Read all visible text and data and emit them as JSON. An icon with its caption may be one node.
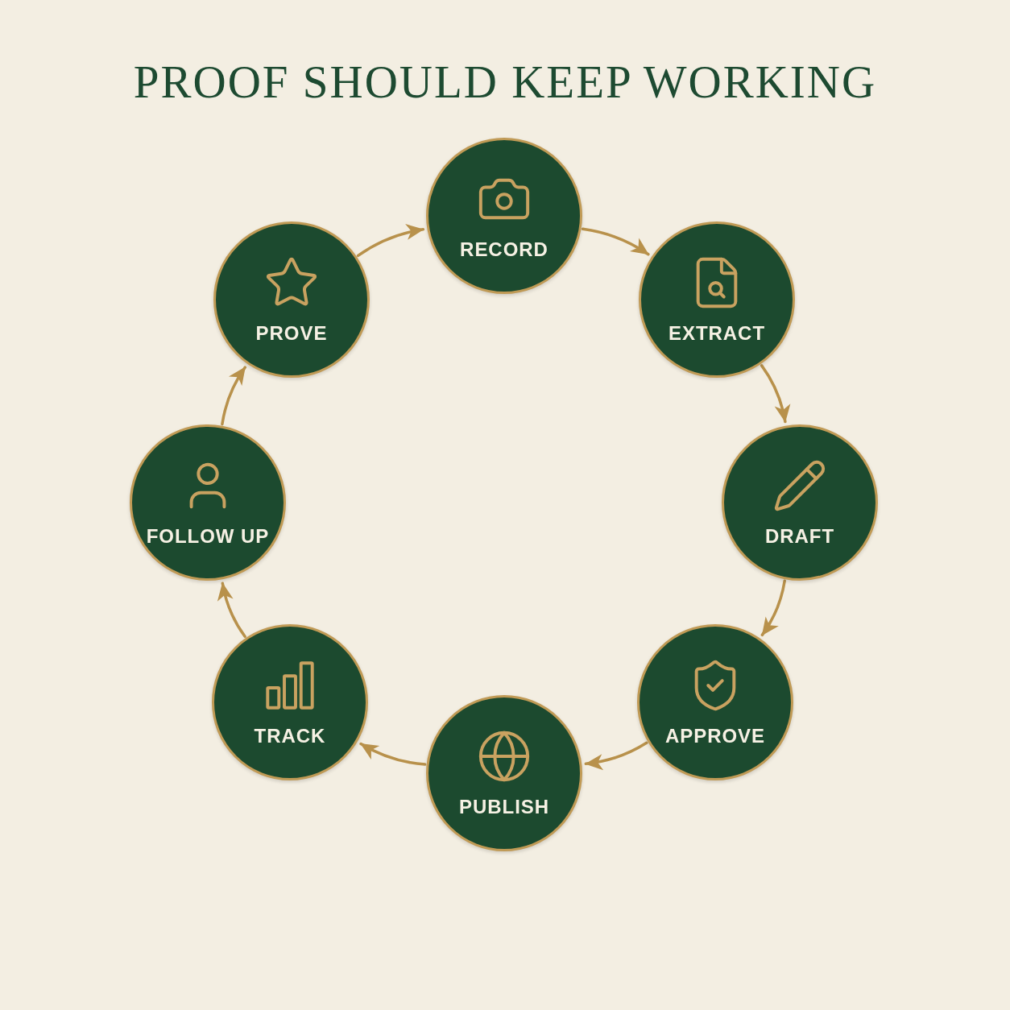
{
  "diagram": {
    "title": "PROOF SHOULD KEEP WORKING",
    "nodes": [
      {
        "text": [
          "RECORD"
        ]
      },
      {
        "text": [
          "EXTRACT"
        ]
      },
      {
        "text": [
          "DRAFT"
        ]
      },
      {
        "text": [
          "APPROVE"
        ]
      },
      {
        "text": [
          "PUBLISH"
        ]
      },
      {
        "text": [
          "TRACK"
        ]
      },
      {
        "text": [
          "FOLLOW UP"
        ]
      },
      {
        "text": [
          "PROVE"
        ]
      }
    ],
    "edges": [
      {
        "from": 0,
        "to": 1,
        "arrow": "to"
      },
      {
        "from": 1,
        "to": 2,
        "arrow": "to"
      },
      {
        "from": 2,
        "to": 3,
        "arrow": "to"
      },
      {
        "from": 3,
        "to": 4,
        "arrow": "to"
      },
      {
        "from": 4,
        "to": 5,
        "arrow": "to"
      },
      {
        "from": 5,
        "to": 6,
        "arrow": "to"
      },
      {
        "from": 6,
        "to": 7,
        "arrow": "to"
      },
      {
        "from": 7,
        "to": 0,
        "arrow": "to"
      }
    ]
  }
}
